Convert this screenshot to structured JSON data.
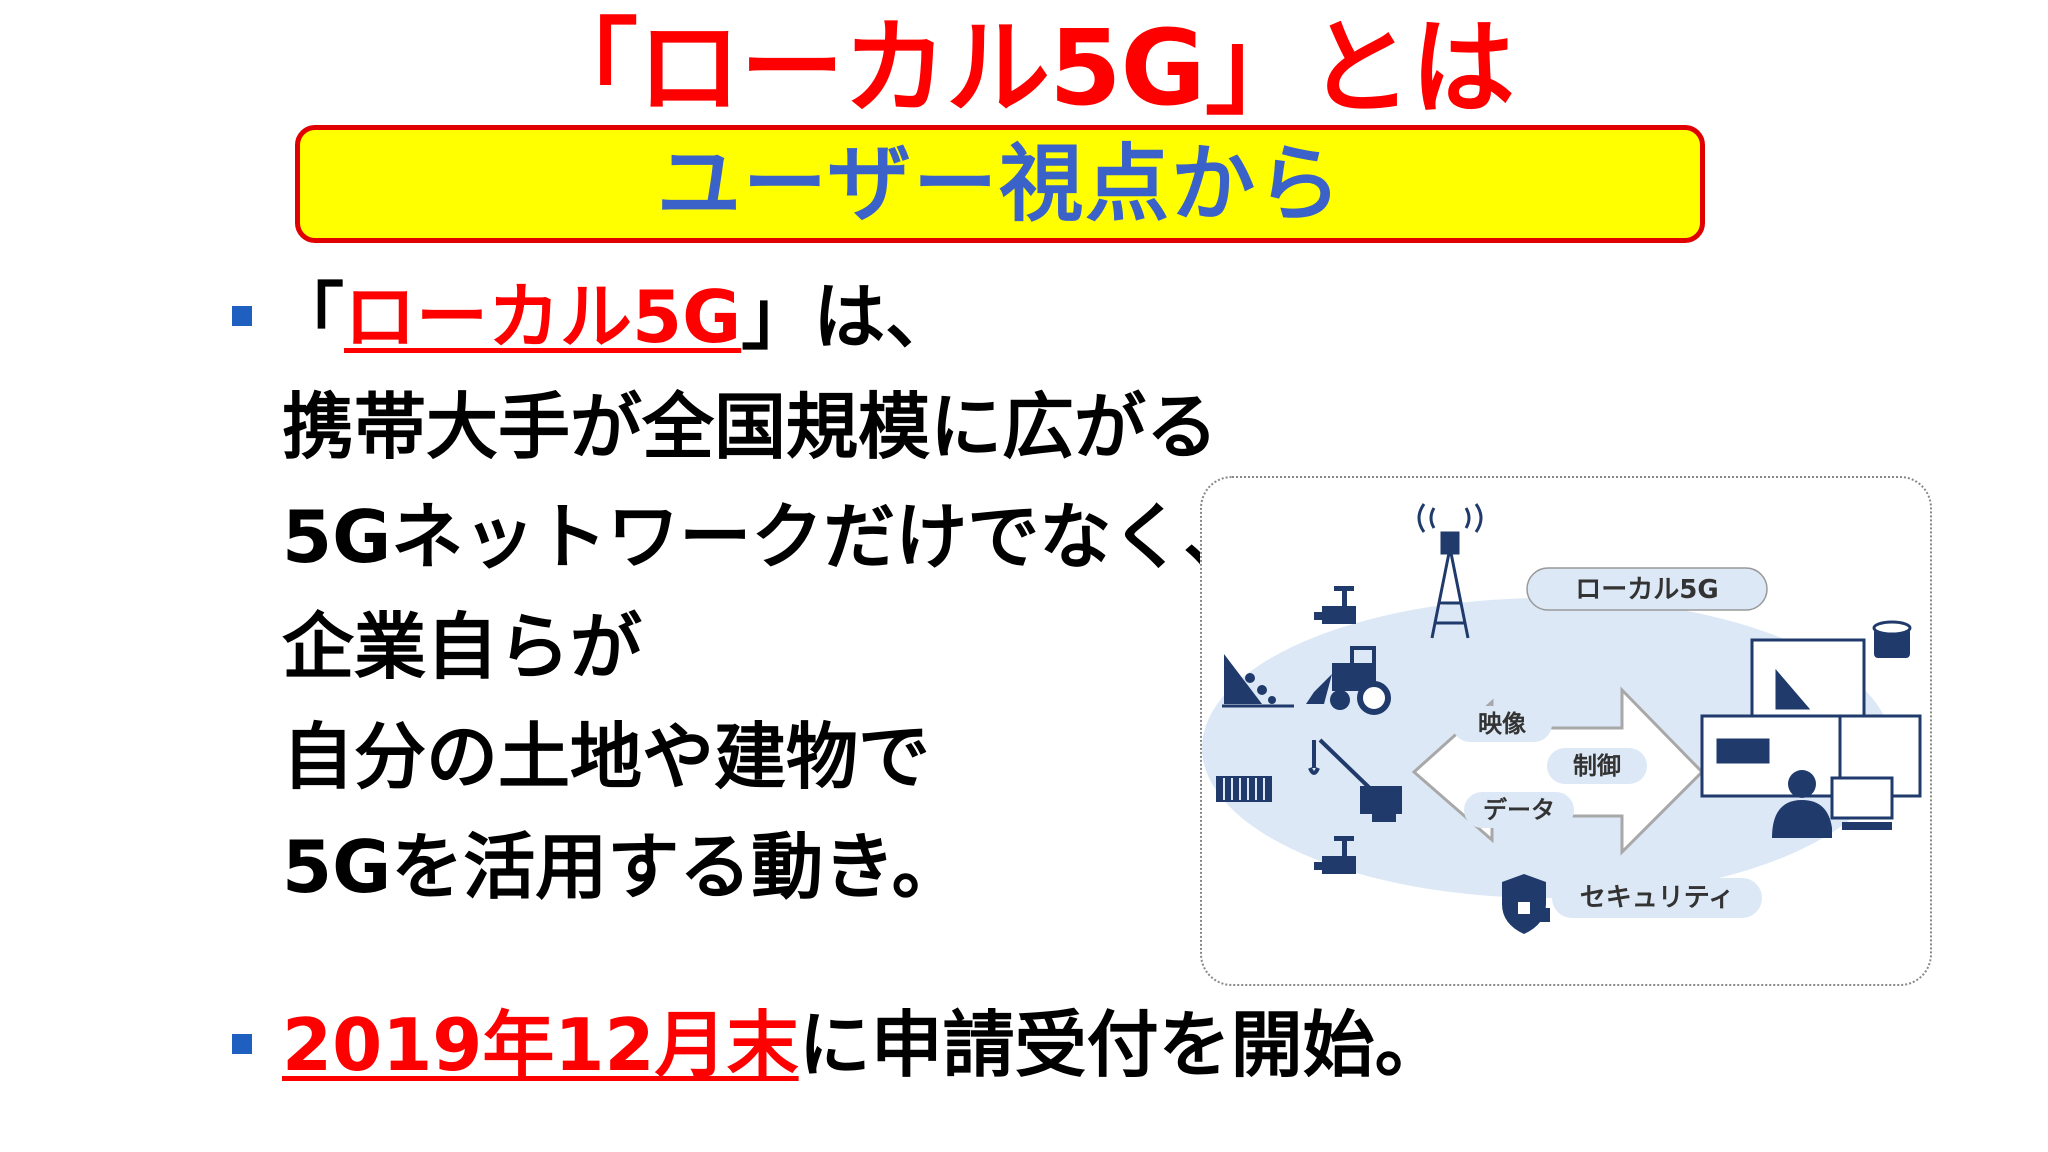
{
  "title": "「ローカル5G」とは",
  "subtitle": "ユーザー視点から",
  "bullet1": {
    "open_bracket": "「",
    "highlight": "ローカル5G",
    "close": "」は、",
    "lines": [
      "携帯大手が全国規模に広がる",
      "5Gネットワークだけでなく、",
      "企業自らが",
      "自分の土地や建物で",
      "5Gを活用する動き。"
    ]
  },
  "bullet2": {
    "highlight": "2019年12月末",
    "rest": "に申請受付を開始。"
  },
  "diagram": {
    "network_label": "ローカル5G",
    "flow_labels": [
      "映像",
      "制御",
      "データ"
    ],
    "security_label": "セキュリティ",
    "icons": [
      "antenna-tower-icon",
      "surveillance-camera-icon",
      "landslide-icon",
      "excavator-icon",
      "container-icon",
      "crane-icon",
      "monitor-icon",
      "database-icon",
      "operator-icon",
      "shield-lock-icon"
    ],
    "colors": {
      "ellipse": "#dce8f6",
      "icon": "#1f3a6b",
      "arrow": "#a8a8a8",
      "label_bg": "#dce8f6"
    }
  },
  "colors": {
    "title": "#ff0000",
    "banner_bg": "#ffff00",
    "banner_text": "#3a62c8",
    "bullet": "#1f5fbf"
  }
}
